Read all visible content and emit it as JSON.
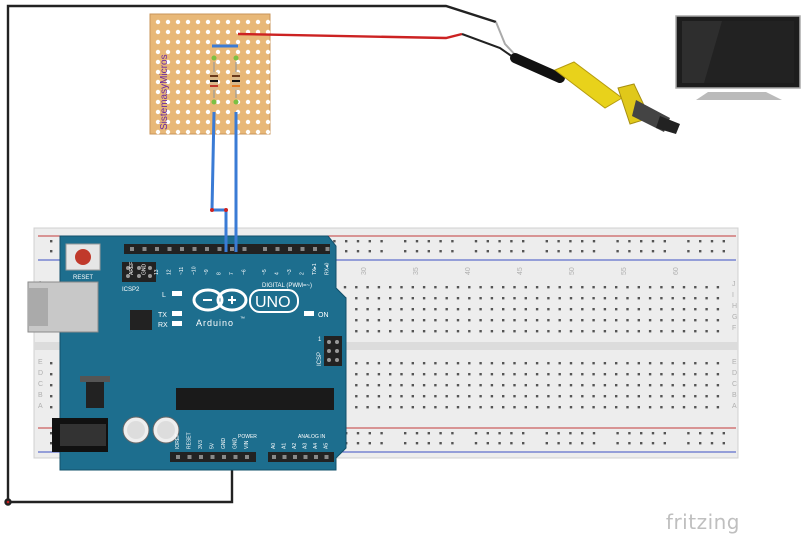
{
  "board": {
    "logo_text": "UNO",
    "brand": "Arduino",
    "tm": "™",
    "reset_label": "RESET",
    "icsp2_label": "ICSP2",
    "icsp_label": "ICSP",
    "l_label": "L",
    "tx_label": "TX",
    "rx_label": "RX",
    "on_label": "ON",
    "digital_label": "DIGITAL (PWM=~)",
    "power_label": "POWER",
    "analog_label": "ANALOG IN",
    "top_pins": [
      "AREF",
      "GND",
      "13",
      "12",
      "~11",
      "~10",
      "~9",
      "8",
      "7",
      "~6",
      "~5",
      "4",
      "~3",
      "2",
      "TX▸1",
      "RX◂0"
    ],
    "bottom_power_pins": [
      "IOREF",
      "RESET",
      "3V3",
      "5V",
      "GND",
      "GND",
      "VIN"
    ],
    "analog_pins": [
      "A0",
      "A1",
      "A2",
      "A3",
      "A4",
      "A5"
    ],
    "icsp_one": "1"
  },
  "perfboard": {
    "label": "SistemasyMicros"
  },
  "breadboard": {
    "column_numbers": [
      "30",
      "35",
      "40",
      "45",
      "50",
      "55",
      "60"
    ],
    "row_letters_top": [
      "F",
      "G",
      "H",
      "I",
      "J"
    ],
    "row_letters_bottom": [
      "A",
      "B",
      "C",
      "D",
      "E"
    ]
  },
  "footer": {
    "watermark": "fritzing"
  },
  "colors": {
    "arduino_blue": "#1d6e8e",
    "wire_blue": "#3a7bd5",
    "wire_red": "#cc2222",
    "wire_black": "#222222",
    "perfboard": "#e8b878",
    "rca_yellow": "#e8d21b"
  }
}
